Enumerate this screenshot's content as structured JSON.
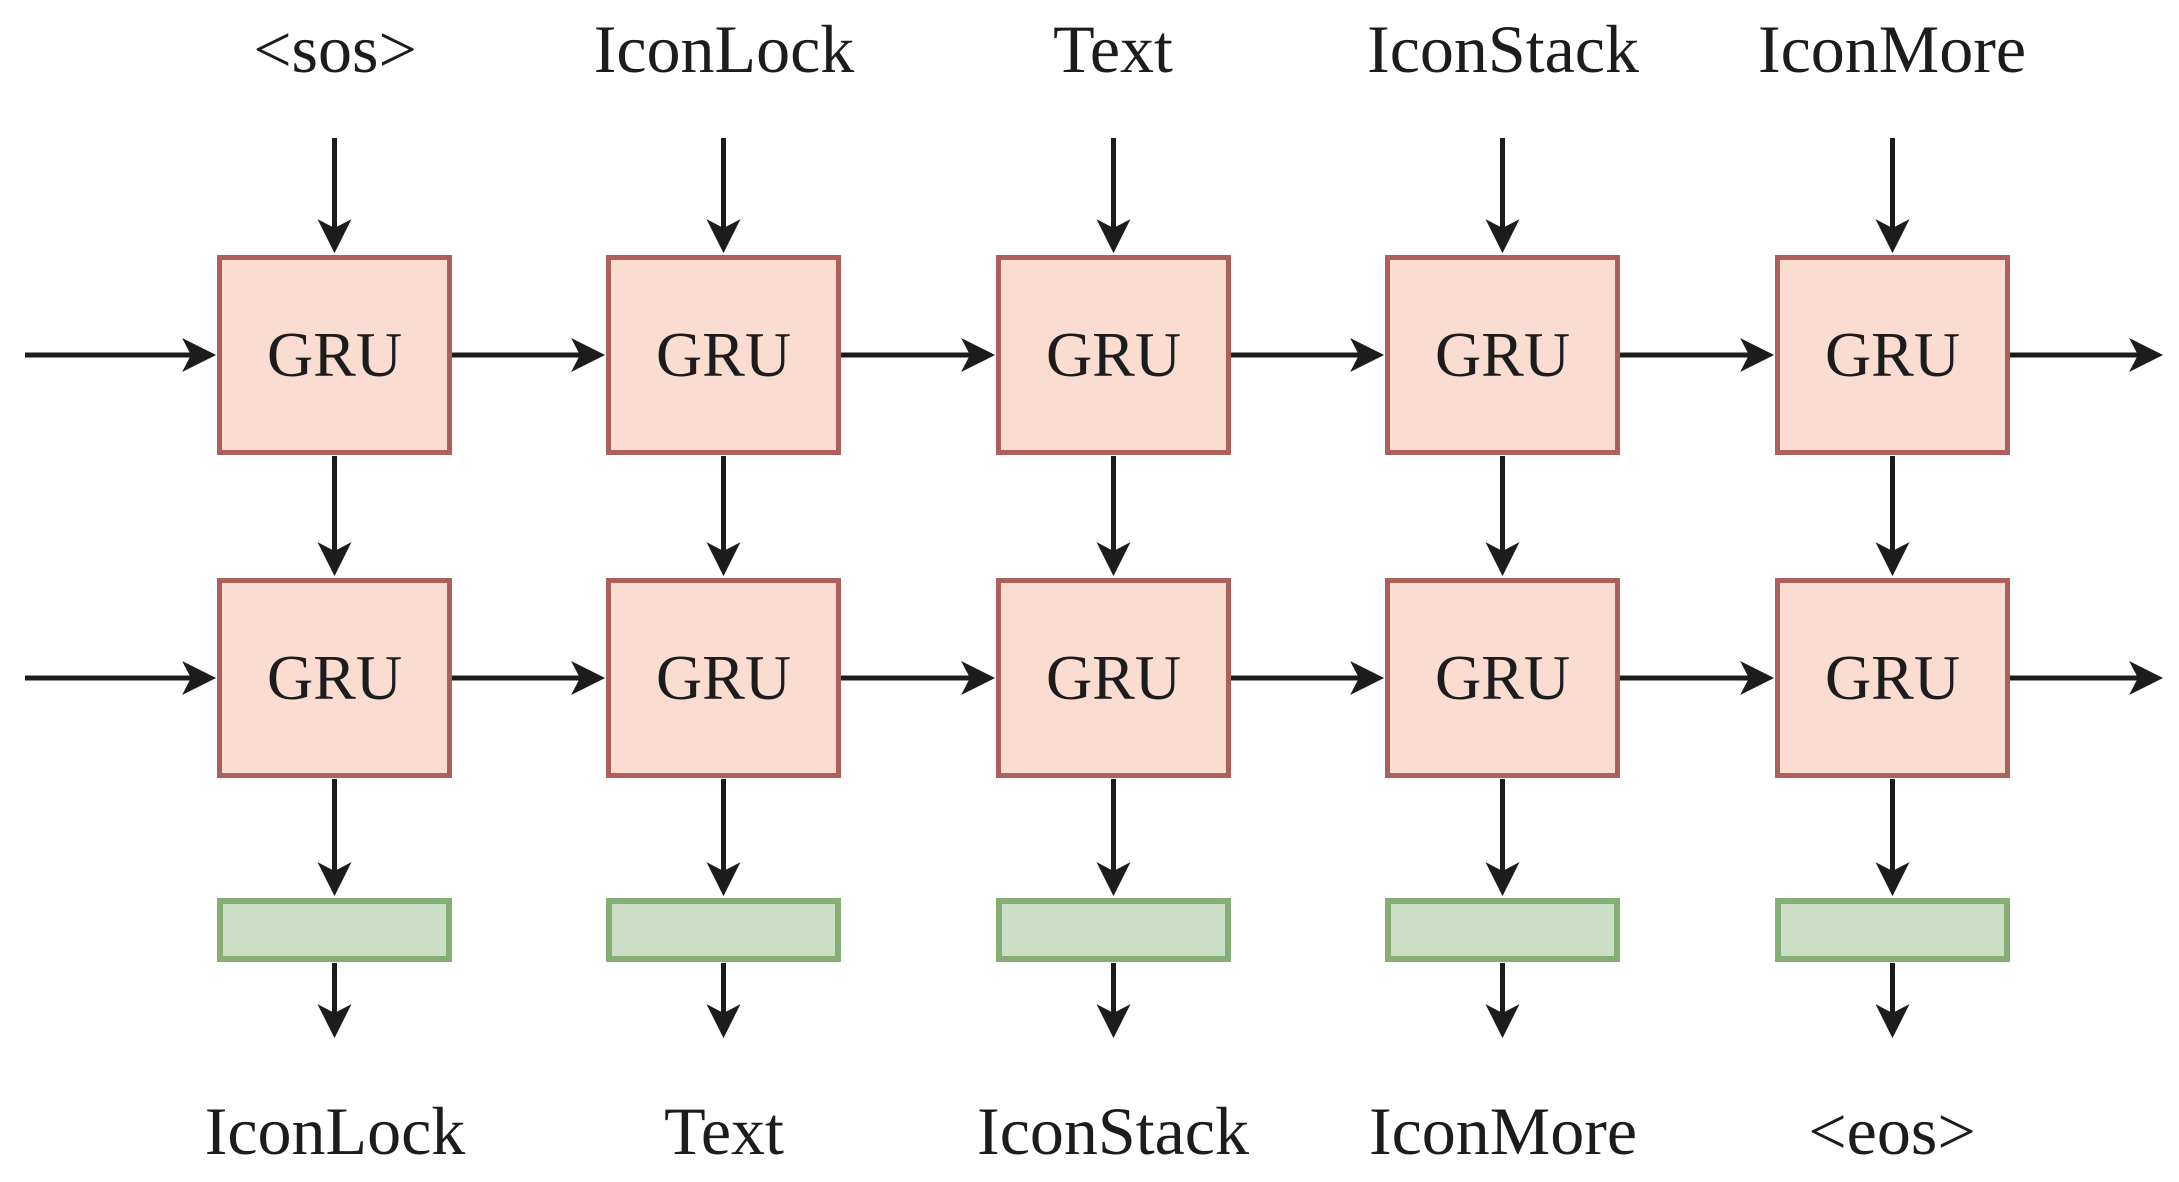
{
  "diagram": {
    "cell_label": "GRU",
    "top_labels": [
      "<sos>",
      "IconLock",
      "Text",
      "IconStack",
      "IconMore"
    ],
    "bottom_labels": [
      "IconLock",
      "Text",
      "IconStack",
      "IconMore",
      "<eos>"
    ],
    "colors": {
      "background": "#ffffff",
      "text": "#1c1c1c",
      "arrow": "#1c1c1c",
      "gru_fill": "#fbdcd1",
      "gru_border": "#ad5f5c",
      "output_fill": "#cbdfc7",
      "output_border": "#84ae74"
    }
  }
}
